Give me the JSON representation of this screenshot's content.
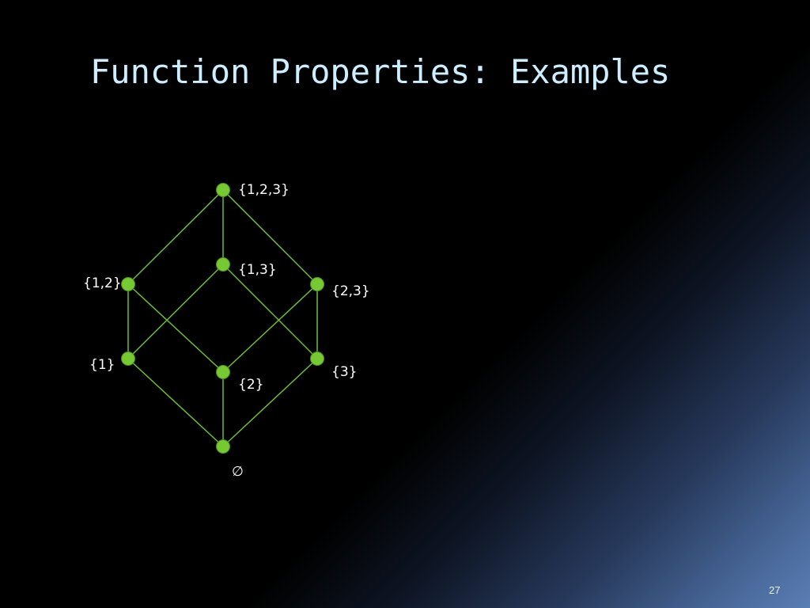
{
  "slide": {
    "title": "Function Properties: Examples",
    "page_number": "27"
  },
  "diagram": {
    "nodes": [
      {
        "id": "top",
        "label": "{1,2,3}"
      },
      {
        "id": "s12",
        "label": "{1,2}"
      },
      {
        "id": "s13",
        "label": "{1,3}"
      },
      {
        "id": "s23",
        "label": "{2,3}"
      },
      {
        "id": "s1",
        "label": "{1}"
      },
      {
        "id": "s2",
        "label": "{2}"
      },
      {
        "id": "s3",
        "label": "{3}"
      },
      {
        "id": "bottom",
        "label": "∅"
      }
    ],
    "edges": [
      {
        "from": "top",
        "to": "s12"
      },
      {
        "from": "top",
        "to": "s13"
      },
      {
        "from": "top",
        "to": "s23"
      },
      {
        "from": "s12",
        "to": "s1"
      },
      {
        "from": "s12",
        "to": "s2"
      },
      {
        "from": "s13",
        "to": "s1"
      },
      {
        "from": "s13",
        "to": "s3"
      },
      {
        "from": "s23",
        "to": "s2"
      },
      {
        "from": "s23",
        "to": "s3"
      },
      {
        "from": "s1",
        "to": "bottom"
      },
      {
        "from": "s2",
        "to": "bottom"
      },
      {
        "from": "s3",
        "to": "bottom"
      }
    ],
    "colors": {
      "edge": "#6dbe35",
      "node": "#76c933",
      "label": "#ffffff",
      "title": "#cdeeff"
    }
  }
}
